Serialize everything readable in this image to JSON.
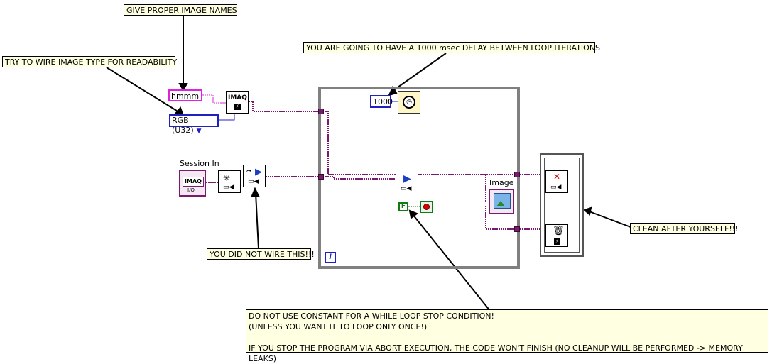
{
  "notes": {
    "image_names": "GIVE PROPER IMAGE NAMES",
    "image_type": "TRY TO WIRE IMAGE TYPE FOR READABILITY",
    "delay": "YOU ARE GOING TO HAVE A 1000 msec DELAY BETWEEN LOOP ITERATIONS",
    "not_wired": "YOU DID NOT WIRE THIS!!!",
    "cleanup": "CLEAN AFTER YOURSELF!!!",
    "stop_line1": "DO NOT USE CONSTANT FOR A WHILE LOOP STOP CONDITION!",
    "stop_line2": "(UNLESS YOU WANT IT TO LOOP ONLY ONCE!)",
    "stop_line3": "IF YOU STOP THE PROGRAM VIA ABORT EXECUTION, THE CODE WON'T FINISH (NO CLEANUP WILL BE PERFORMED -> MEMORY LEAKS)"
  },
  "block": {
    "image_name_const": "hmmm",
    "image_create_label": "IMAQ",
    "image_type_enum": "RGB (U32)",
    "session_in_label": "Session In",
    "session_control": "IMAQ",
    "delay_const": "1000",
    "stop_const": "F",
    "image_indicator_label": "Image",
    "iteration_label": "i"
  },
  "colors": {
    "note_bg": "#ffffe1",
    "string_wire": "#e020e0",
    "numeric_wire": "#2020c0",
    "image_wire": "#7a1a6e",
    "boolean_wire": "#127a12"
  }
}
